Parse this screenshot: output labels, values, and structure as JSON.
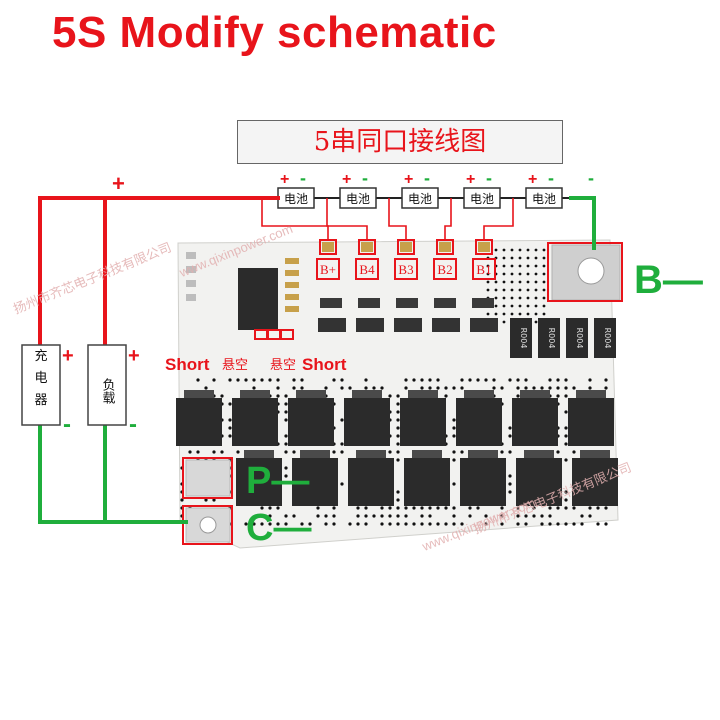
{
  "title": "5S Modify schematic",
  "subtitle": "5串同口接线图",
  "cell_label": "电池",
  "cell_count": 5,
  "plus": "+",
  "minus": "-",
  "charger_label": "充电器",
  "load_label": "负载",
  "tap_labels": [
    "B+",
    "B4",
    "B3",
    "B2",
    "B1"
  ],
  "short_label": "Short",
  "float_label": "悬空",
  "terminal_b": "B—",
  "terminal_p": "P—",
  "terminal_c": "C—",
  "resistor_marking": "R004",
  "watermarks": [
    "扬州市齐芯电子科技有限公司",
    "www.qixinpower.com"
  ],
  "colors": {
    "red": "#e8141b",
    "green": "#1fae3c",
    "pcb": "#f2f2f0",
    "chip": "#2b2b2b"
  }
}
